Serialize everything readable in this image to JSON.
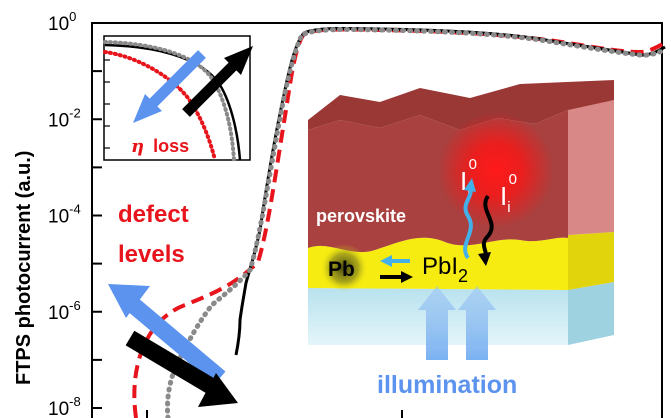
{
  "chart_data": {
    "type": "line",
    "ylabel": "FTPS photocurrent (a.u.)",
    "yscale": "log",
    "ylim": [
      1e-08,
      1
    ],
    "yticks": [
      {
        "base": "10",
        "exp": "0"
      },
      {
        "base": "10",
        "exp": "-2"
      },
      {
        "base": "10",
        "exp": "-4"
      },
      {
        "base": "10",
        "exp": "-6"
      },
      {
        "base": "10",
        "exp": "-8"
      }
    ],
    "series": [
      {
        "color": "#000000",
        "style": "solid"
      },
      {
        "color": "#e8141c",
        "style": "dashed"
      },
      {
        "color": "#8a8a8a",
        "style": "dotted"
      }
    ],
    "annotations": {
      "defect": [
        "defect",
        "levels"
      ],
      "illumination": "illumination",
      "perovskite": "perovskite",
      "pb": "Pb",
      "pbi2": {
        "base": "PbI",
        "sub": "2"
      },
      "ion1": {
        "base": "I",
        "sub": "i",
        "sup": "0"
      },
      "ion2": {
        "base": "I",
        "sub": "i",
        "sup": "0"
      }
    },
    "inset": {
      "label": {
        "symbol": "η",
        "text": "loss"
      }
    }
  },
  "colors": {
    "red": "#e8141c",
    "blue": "#5b93ee",
    "black": "#000000",
    "gray": "#8a8a8a",
    "perovskite": "#a8413f",
    "pbi2_layer": "#f6ec12",
    "glass": "#c6e9f1"
  }
}
